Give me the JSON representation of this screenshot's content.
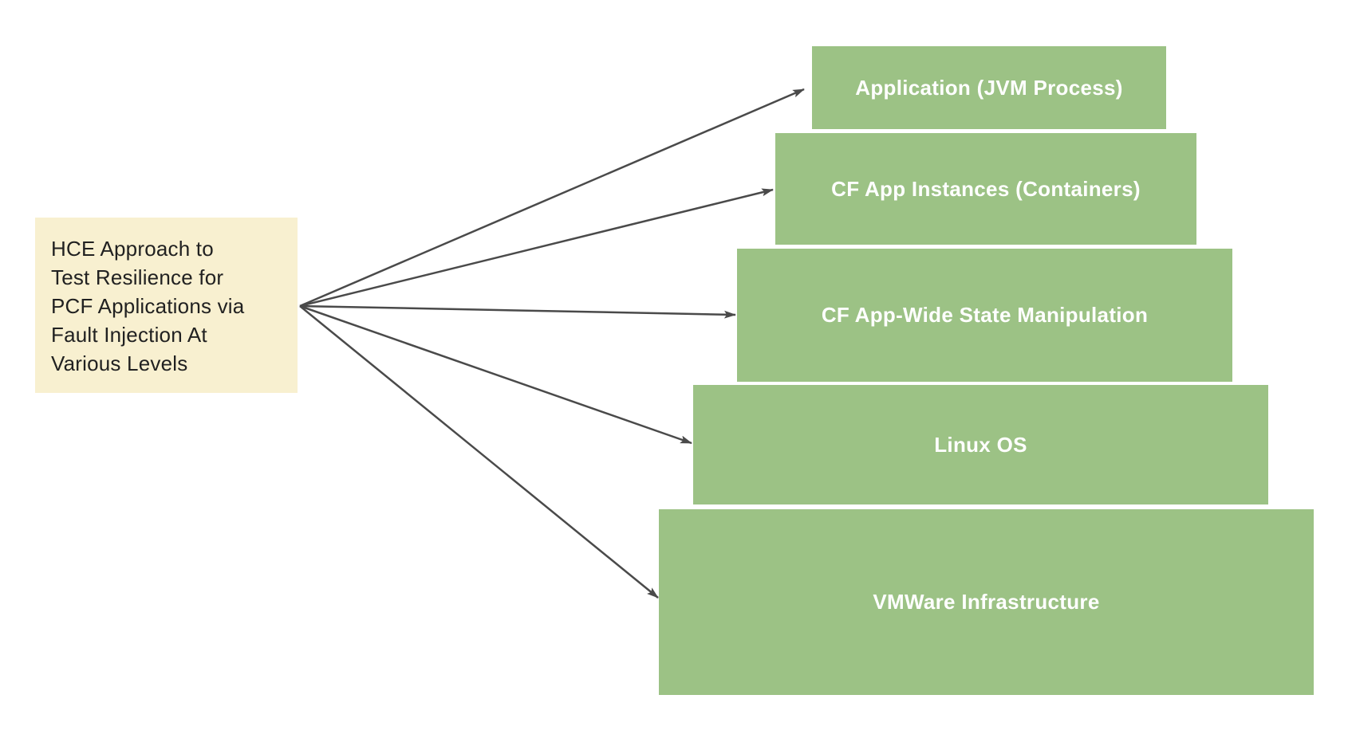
{
  "colors": {
    "canvas-bg": "#FFFFFF",
    "box-green": "#9CC285",
    "box-label": "#FFFFFF",
    "note-bg": "#F8F0D0",
    "note-text": "#212121",
    "arrow": "#4A4A4A"
  },
  "note": {
    "text": "HCE Approach to\nTest Resilience for\nPCF Applications via\nFault Injection At\nVarious Levels"
  },
  "levels": [
    {
      "label": "Application (JVM Process)"
    },
    {
      "label": "CF App Instances (Containers)"
    },
    {
      "label": "CF App-Wide State Manipulation"
    },
    {
      "label": "Linux OS"
    },
    {
      "label": "VMWare Infrastructure"
    }
  ]
}
